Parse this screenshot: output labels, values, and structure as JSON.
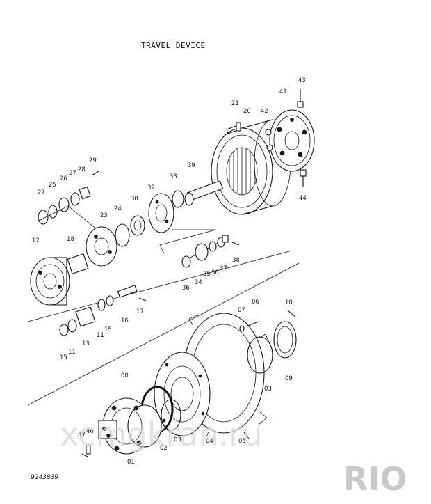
{
  "title": "TRAVEL DEVICE",
  "drawing_code": "9243839",
  "watermark": "xcmgkran.ru",
  "logo": "RIO",
  "part_labels": {
    "p21": "21",
    "p20": "20",
    "p42": "42",
    "p41": "41",
    "p43": "43",
    "p29": "29",
    "p28": "28",
    "p27a": "27",
    "p26": "26",
    "p25": "25",
    "p27b": "27",
    "p39": "39",
    "p33": "33",
    "p32": "32",
    "p30": "30",
    "p24": "24",
    "p23": "23",
    "p44": "44",
    "p12": "12",
    "p18": "18",
    "p38": "38",
    "p37": "37",
    "p36a": "36",
    "p35": "35",
    "p34": "34",
    "p36b": "36",
    "p07": "07",
    "p06": "06",
    "p10": "10",
    "p17": "17",
    "p16": "16",
    "p15a": "15",
    "p11a": "11",
    "p13": "13",
    "p11b": "11",
    "p15b": "15",
    "p00": "00",
    "p09": "09",
    "p03a": "03",
    "p03b": "03",
    "p04": "04",
    "p05": "05",
    "p02": "02",
    "p01": "01",
    "p47": "47",
    "p46": "46"
  }
}
